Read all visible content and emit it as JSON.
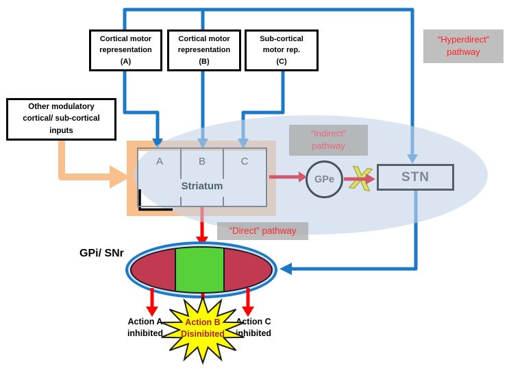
{
  "boxes": {
    "cortical_a": {
      "line1": "Cortical motor",
      "line2": "representation",
      "line3": "(A)"
    },
    "cortical_b": {
      "line1": "Cortical motor",
      "line2": "representation",
      "line3": "(B)"
    },
    "subcortical_c": {
      "line1": "Sub-cortical",
      "line2": "motor rep.",
      "line3": "(C)"
    },
    "modulatory": {
      "line1": "Other modulatory",
      "line2": "cortical/ sub-cortical",
      "line3": "inputs"
    }
  },
  "pathway_labels": {
    "hyperdirect": {
      "line1": "“Hyperdirect”",
      "line2": "pathway"
    },
    "indirect": {
      "line1": "“Indirect”",
      "line2": "pathway"
    },
    "direct": {
      "text": "“Direct” pathway"
    }
  },
  "nuclei": {
    "striatum": {
      "name": "Striatum",
      "section_a": "A",
      "section_b": "B",
      "section_c": "C"
    },
    "gpe": {
      "name": "GPe"
    },
    "stn": {
      "name": "STN"
    },
    "gpi_snr": {
      "name": "GPi/ SNr"
    }
  },
  "blocker": {
    "symbol": "X"
  },
  "outcomes": {
    "action_a": {
      "line1": "Action A",
      "line2": "inhibited"
    },
    "action_b": {
      "line1": "Action B",
      "line2": "Disinibited"
    },
    "action_c": {
      "line1": "Action C",
      "line2": "inhibited"
    }
  },
  "colors": {
    "cortex_line_blue": "#1b79c7",
    "excitatory_arrow_rose": "#d2586c",
    "inhibitory_red": "#fe0000",
    "striatum_highlight_orange": "#f9c08e",
    "basal_ganglia_ellipse_tint": "#c5d5e8",
    "gpi_fill_red": "#c23a52",
    "gpi_selected_green": "#57d139",
    "starburst_yellow": "#ffff00",
    "label_bg_gray": "#a6a6a6",
    "blocker_yellow_green": "#dde267"
  }
}
